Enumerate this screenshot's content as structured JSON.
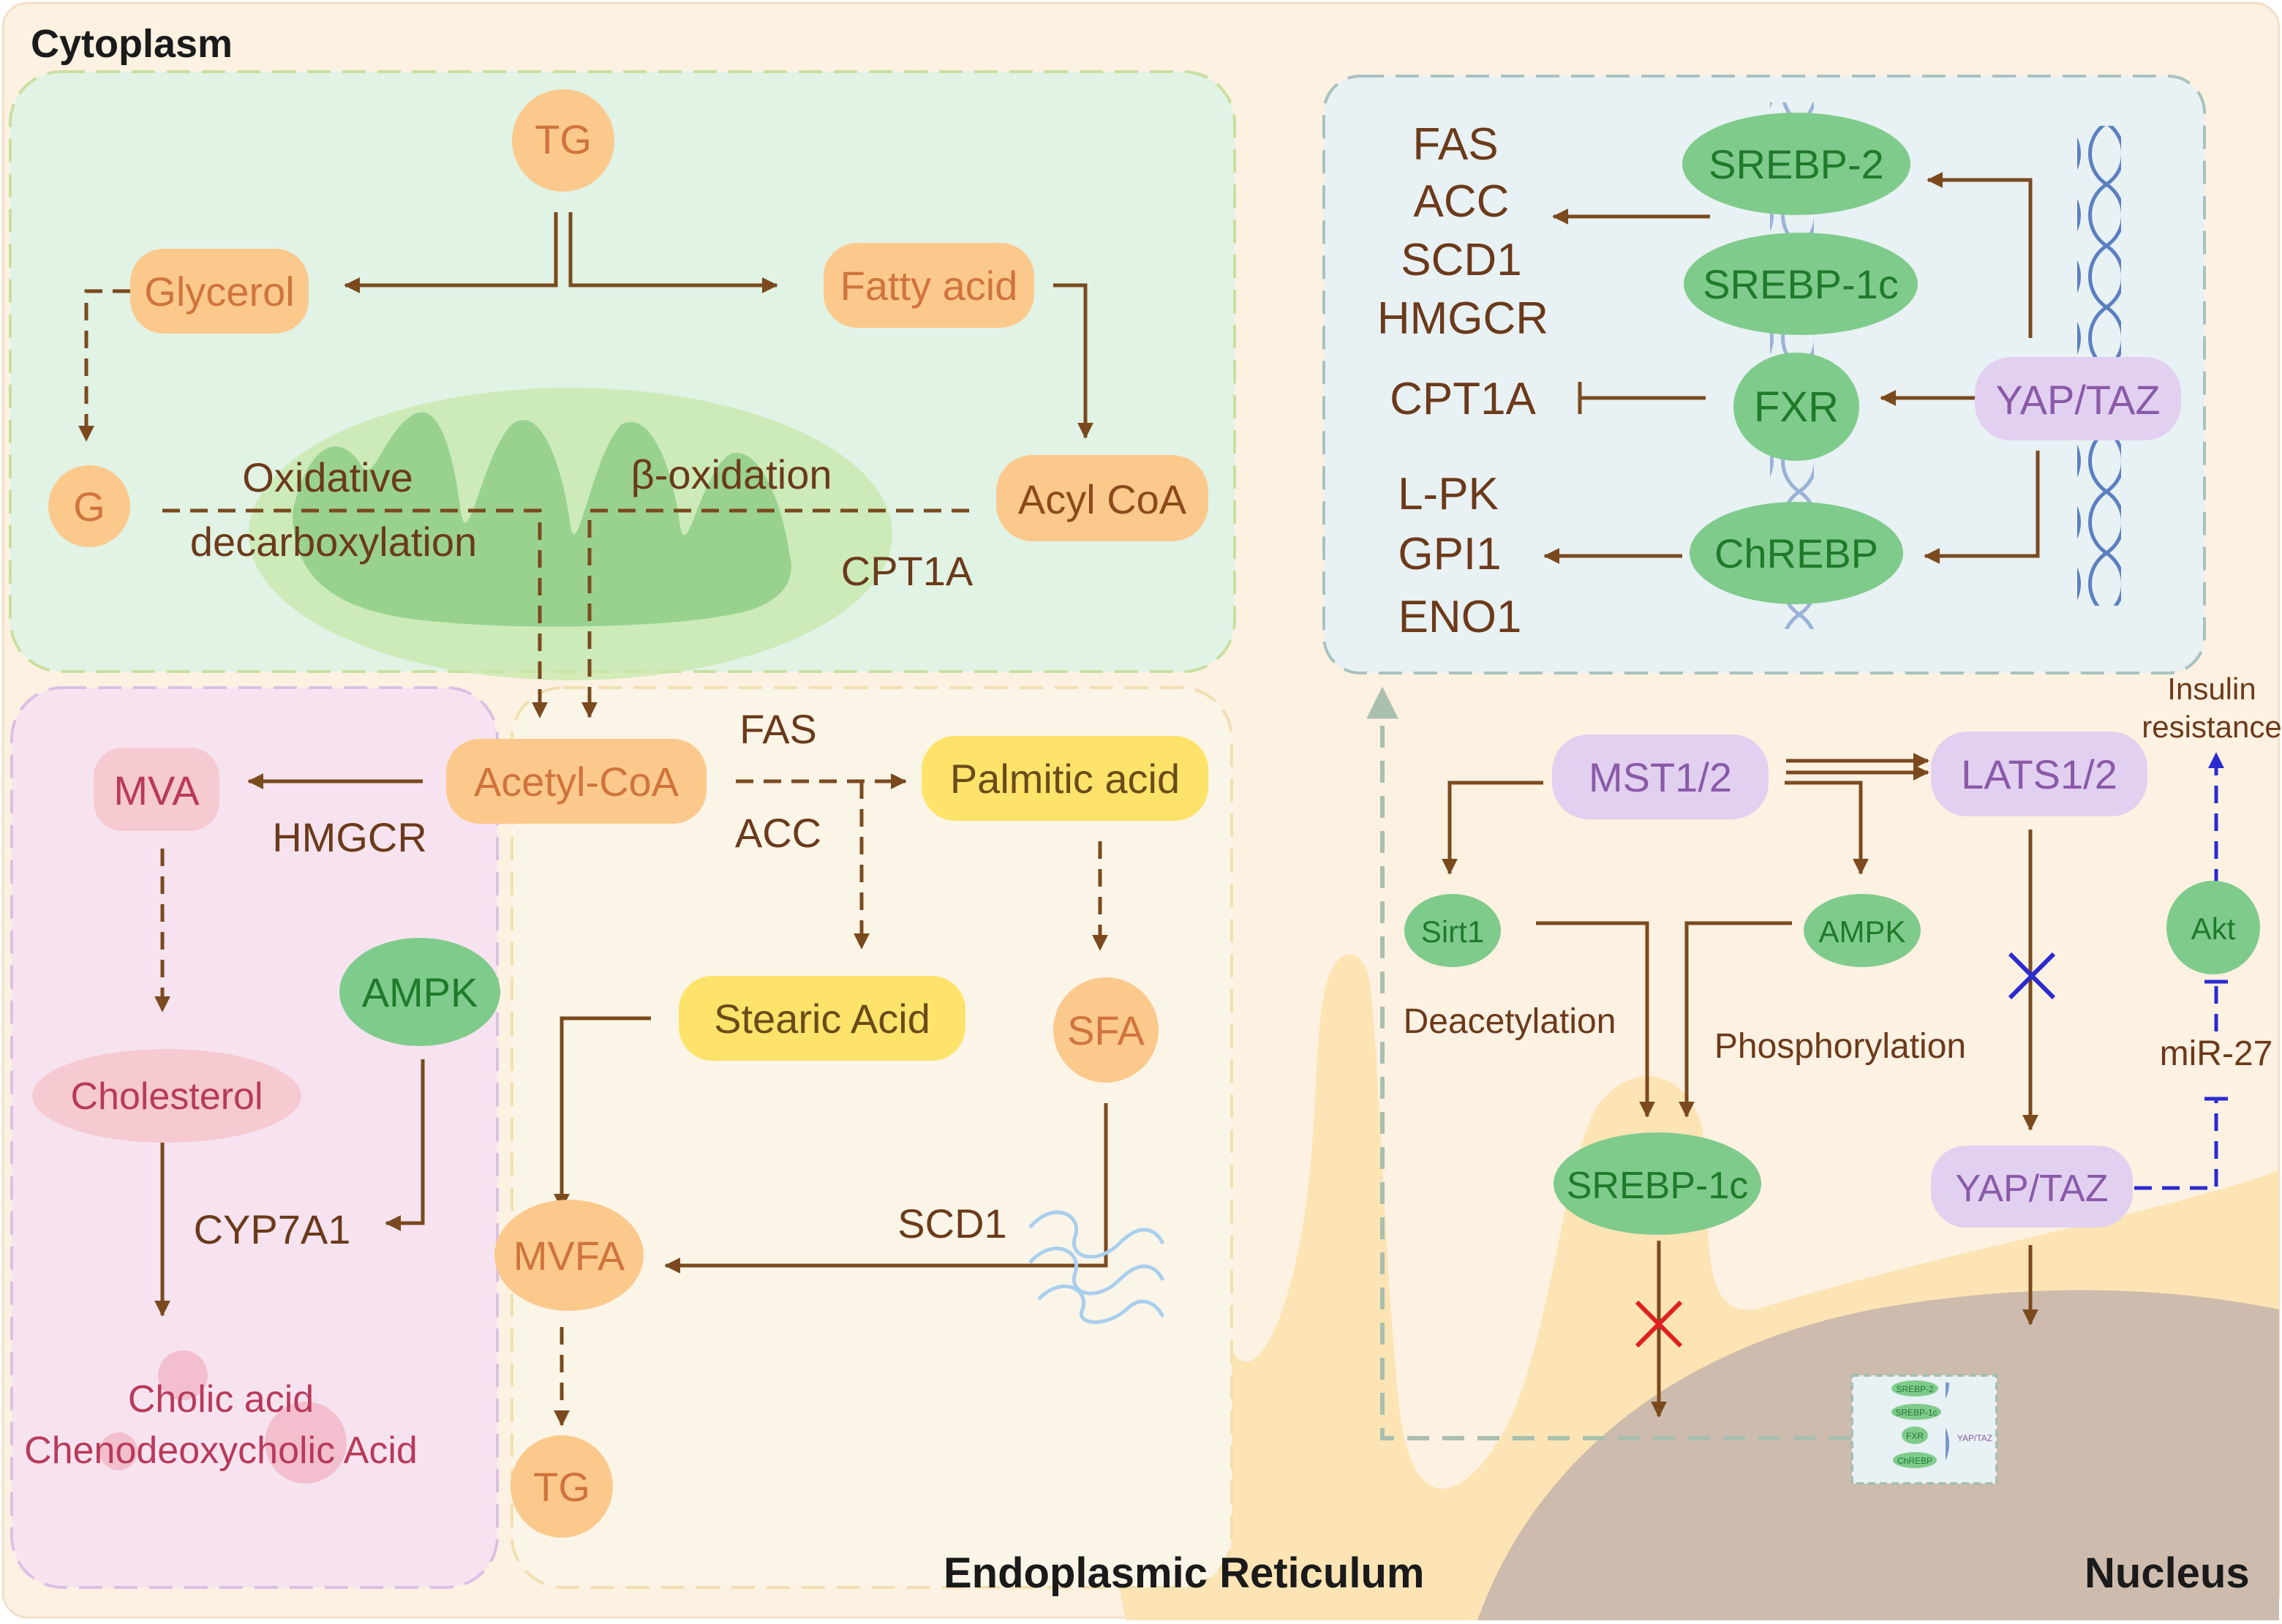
{
  "regions": {
    "cytoplasm": "Cytoplasm",
    "endoplasmic_reticulum": "Endoplasmic Reticulum",
    "nucleus": "Nucleus"
  },
  "lipolysis": {
    "tg_top": "TG",
    "glycerol": "Glycerol",
    "fatty_acid": "Fatty acid",
    "g": "G",
    "acyl_coa": "Acyl CoA",
    "oxidative_1": "Oxidative",
    "oxidative_2": "decarboxylation",
    "beta_oxidation": "β-oxidation",
    "cpt1a": "CPT1A"
  },
  "bile": {
    "mva": "MVA",
    "hmgcr": "HMGCR",
    "ampk": "AMPK",
    "cholesterol": "Cholesterol",
    "cyp7a1": "CYP7A1",
    "cholic_acid": "Cholic acid",
    "cdca": "Chenodeoxycholic Acid"
  },
  "lipogenesis": {
    "acetyl_coa": "Acetyl-CoA",
    "fas": "FAS",
    "acc": "ACC",
    "palmitic_acid": "Palmitic acid",
    "stearic_acid": "Stearic Acid",
    "sfa": "SFA",
    "mvfa": "MVFA",
    "scd1": "SCD1",
    "tg_bottom": "TG"
  },
  "nucleus_box": {
    "targets_1": [
      "FAS",
      "ACC",
      "SCD1",
      "HMGCR"
    ],
    "cpt1a": "CPT1A",
    "targets_2": [
      "L-PK",
      "GPI1",
      "ENO1"
    ],
    "srebp2": "SREBP-2",
    "srebp1c": "SREBP-1c",
    "fxr": "FXR",
    "chrebp": "ChREBP",
    "yap_taz": "YAP/TAZ"
  },
  "hippo": {
    "mst": "MST1/2",
    "lats": "LATS1/2",
    "sirt1": "Sirt1",
    "ampk": "AMPK",
    "deacetylation": "Deacetylation",
    "phosphorylation": "Phosphorylation",
    "srebp1c": "SREBP-1c",
    "yap_taz": "YAP/TAZ",
    "akt": "Akt",
    "mir27": "miR-27",
    "insulin_1": "Insulin",
    "insulin_2": "resistance"
  },
  "thumbnail": {
    "srebp2": "SREBP-2",
    "srebp1c": "SREBP-1c",
    "fxr": "FXR",
    "chrebp": "ChREBP",
    "yap_taz": "YAP/TAZ"
  },
  "colors": {
    "arrow": "#7a4a1e",
    "text_brown": "#6b3a1a",
    "orange_node": "#fcc98c",
    "orange_text": "#d0743c",
    "yellow_node": "#fde36a",
    "green_node": "#7fcb8c",
    "green_text": "#1f7a2a",
    "purple_node": "#e2d0f0",
    "purple_text": "#8a5aa8",
    "pink_node": "#f5cad0",
    "pink_text": "#b83a5a",
    "inhibit_red": "#e02020",
    "inhibit_blue": "#2b2bd0",
    "dna_blue": "#5b7fc0"
  }
}
